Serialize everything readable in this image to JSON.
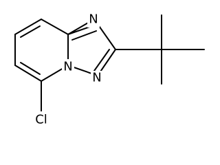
{
  "molecule": {
    "atoms": {
      "n4": "N",
      "n1": "N",
      "n_bridge": "N",
      "cl": "Cl"
    }
  }
}
